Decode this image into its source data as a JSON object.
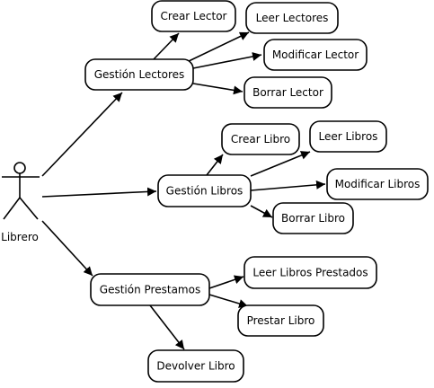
{
  "actor": {
    "label": "Librero"
  },
  "nodes": [
    {
      "id": "gestion-lectores",
      "label": "Gestión Lectores"
    },
    {
      "id": "crear-lector",
      "label": "Crear Lector"
    },
    {
      "id": "leer-lectores",
      "label": "Leer Lectores"
    },
    {
      "id": "modificar-lector",
      "label": "Modificar Lector"
    },
    {
      "id": "borrar-lector",
      "label": "Borrar Lector"
    },
    {
      "id": "gestion-libros",
      "label": "Gestión Libros"
    },
    {
      "id": "crear-libro",
      "label": "Crear Libro"
    },
    {
      "id": "leer-libros",
      "label": "Leer Libros"
    },
    {
      "id": "modificar-libros",
      "label": "Modificar Libros"
    },
    {
      "id": "borrar-libro",
      "label": "Borrar Libro"
    },
    {
      "id": "gestion-prestamos",
      "label": "Gestión Prestamos"
    },
    {
      "id": "leer-libros-prestados",
      "label": "Leer Libros Prestados"
    },
    {
      "id": "prestar-libro",
      "label": "Prestar Libro"
    },
    {
      "id": "devolver-libro",
      "label": "Devolver Libro"
    }
  ],
  "edges": [
    {
      "from": "actor",
      "to": "gestion-lectores"
    },
    {
      "from": "actor",
      "to": "gestion-libros"
    },
    {
      "from": "actor",
      "to": "gestion-prestamos"
    },
    {
      "from": "gestion-lectores",
      "to": "crear-lector"
    },
    {
      "from": "gestion-lectores",
      "to": "leer-lectores"
    },
    {
      "from": "gestion-lectores",
      "to": "modificar-lector"
    },
    {
      "from": "gestion-lectores",
      "to": "borrar-lector"
    },
    {
      "from": "gestion-libros",
      "to": "crear-libro"
    },
    {
      "from": "gestion-libros",
      "to": "leer-libros"
    },
    {
      "from": "gestion-libros",
      "to": "modificar-libros"
    },
    {
      "from": "gestion-libros",
      "to": "borrar-libro"
    },
    {
      "from": "gestion-prestamos",
      "to": "leer-libros-prestados"
    },
    {
      "from": "gestion-prestamos",
      "to": "prestar-libro"
    },
    {
      "from": "gestion-prestamos",
      "to": "devolver-libro"
    }
  ]
}
